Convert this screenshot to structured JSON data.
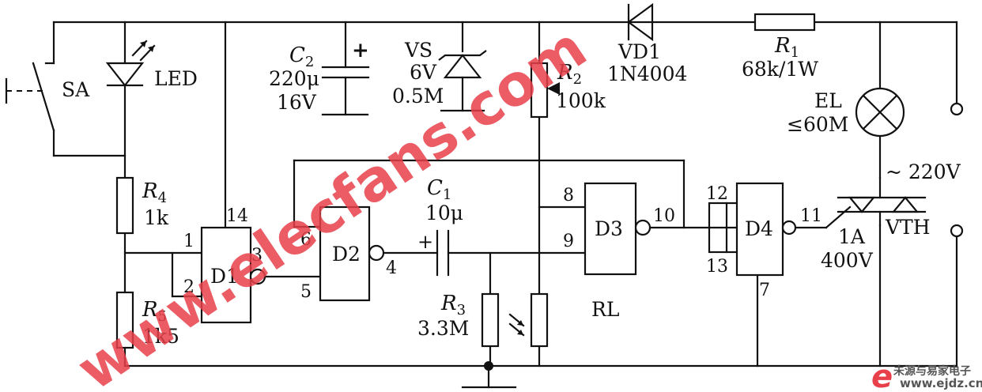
{
  "components": {
    "sa": "SA",
    "led": "LED",
    "c2_name": "C",
    "c2_sub": "2",
    "c2_val1": "220μ",
    "c2_val2": "16V",
    "c2_plus": "+",
    "vs_name": "VS",
    "vs_val1": "6V",
    "vs_val2": "0.5M",
    "vd1_name": "VD1",
    "vd1_val": "1N4004",
    "r1_name": "R",
    "r1_sub": "1",
    "r1_val": "68k/1W",
    "r2_name": "R",
    "r2_sub": "2",
    "r2_val": "100k",
    "el_name": "EL",
    "el_val": "≤60M",
    "r4_name": "R",
    "r4_sub": "4",
    "r4_val": "1k",
    "r5_name": "R",
    "r5_sub": "5",
    "r5_val": "1k5",
    "c1_name": "C",
    "c1_sub": "1",
    "c1_val": "10μ",
    "c1_plus": "+",
    "r3_name": "R",
    "r3_sub": "3",
    "r3_val": "3.3M",
    "rl": "RL",
    "vth_name": "VTH",
    "vth_val1": "1A",
    "vth_val2": "400V",
    "supply": "~ 220V",
    "d1": "D1",
    "d2": "D2",
    "d3": "D3",
    "d4": "D4"
  },
  "pins": {
    "p14": "14",
    "p1": "1",
    "p2": "2",
    "p3": "3",
    "p6": "6",
    "p5": "5",
    "p4": "4",
    "p8": "8",
    "p9": "9",
    "p10": "10",
    "p12": "12",
    "p13": "13",
    "p11": "11",
    "p7": "7"
  },
  "watermark": {
    "main": "www.elecfans.com",
    "logo_letter": "e",
    "logo_cn": "未源与易家电子",
    "logo_url": "www.ejdz.cn",
    "color": "#e8404a"
  }
}
